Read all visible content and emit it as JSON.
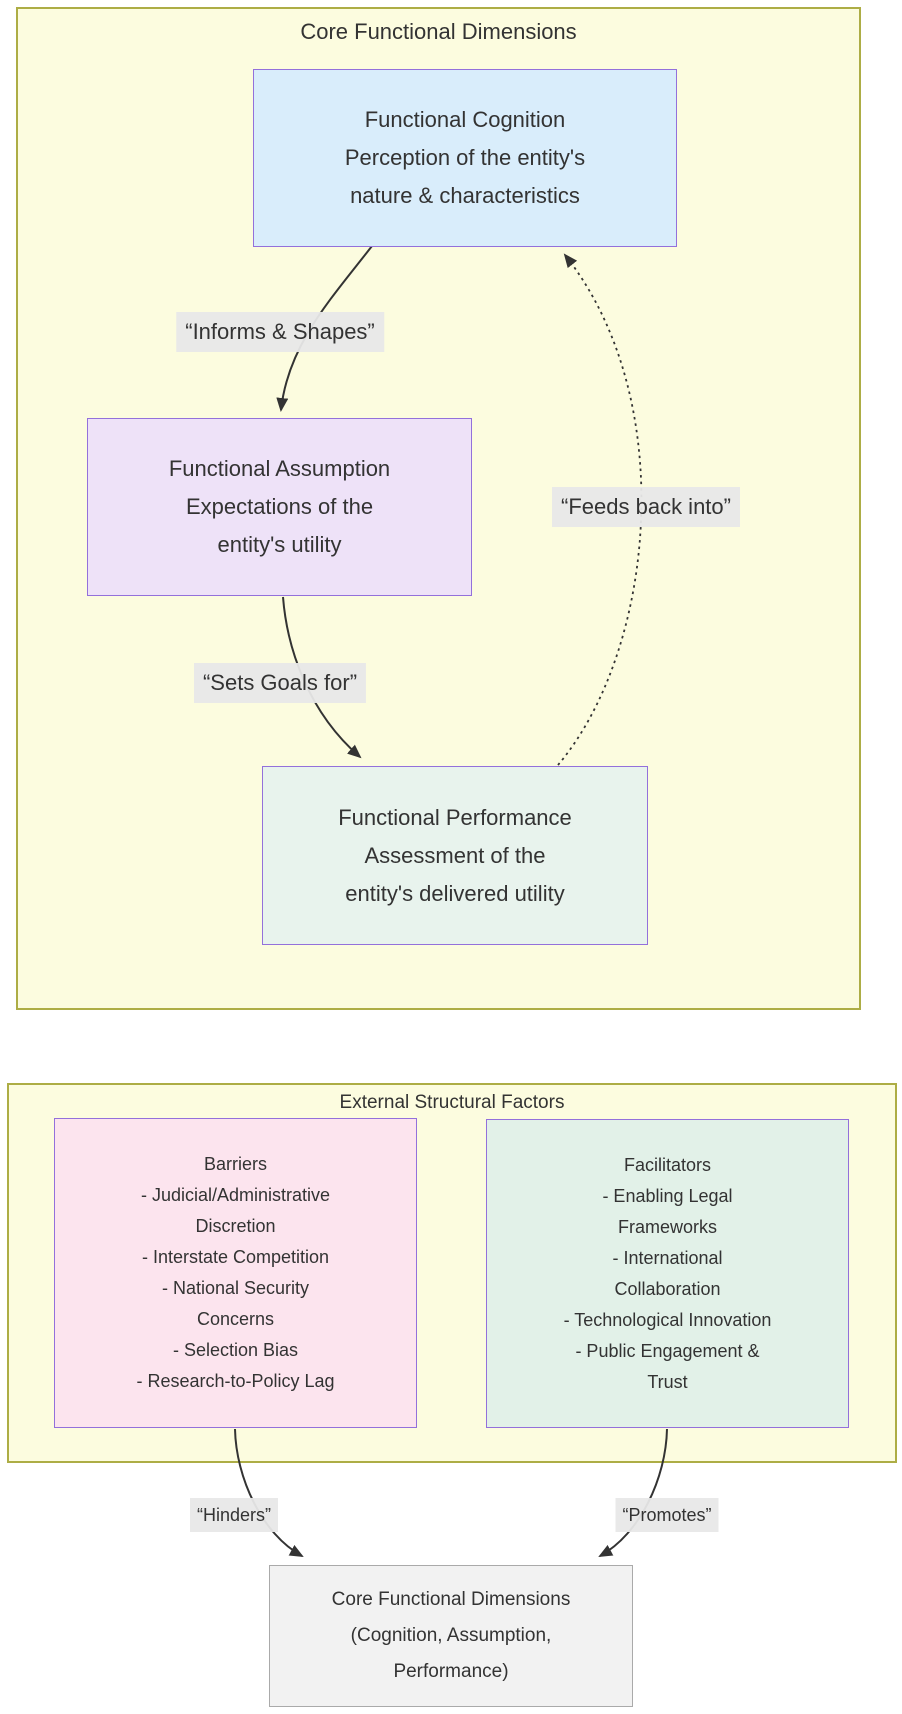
{
  "colors": {
    "page_bg": "#ffffff",
    "group_fill": "#fcfcdf",
    "group_border": "#adad45",
    "node_border": "#9370db",
    "cognition_fill": "#d9edfb",
    "assumption_fill": "#eee2f8",
    "performance_fill": "#e8f3ed",
    "barriers_fill": "#fce4ee",
    "facilitators_fill": "#e2f1e8",
    "summary_fill": "#f2f2f2",
    "summary_border": "#aaaaaa",
    "edge_label_bg": "#e8e8e8",
    "edge_stroke": "#333333",
    "text": "#333333"
  },
  "core": {
    "title": "Core Functional Dimensions",
    "nodes": {
      "cognition": {
        "lines": [
          "Functional Cognition",
          "Perception of the entity's",
          "nature & characteristics"
        ]
      },
      "assumption": {
        "lines": [
          "Functional Assumption",
          "Expectations of the",
          "entity's utility"
        ]
      },
      "performance": {
        "lines": [
          "Functional Performance",
          "Assessment of the",
          "entity's delivered utility"
        ]
      }
    },
    "edges": {
      "informs": {
        "from": "cognition",
        "to": "assumption",
        "label": "“Informs & Shapes”",
        "style": "solid"
      },
      "sets_goals": {
        "from": "assumption",
        "to": "performance",
        "label": "“Sets Goals for”",
        "style": "solid"
      },
      "feeds_back": {
        "from": "performance",
        "to": "cognition",
        "label": "“Feeds back into”",
        "style": "dotted"
      }
    }
  },
  "external": {
    "title": "External Structural Factors",
    "nodes": {
      "barriers": {
        "lines": [
          "Barriers",
          "- Judicial/Administrative",
          "Discretion",
          "- Interstate Competition",
          "- National Security",
          "Concerns",
          "- Selection Bias",
          "- Research-to-Policy Lag"
        ]
      },
      "facilitators": {
        "lines": [
          "Facilitators",
          "- Enabling Legal",
          "Frameworks",
          "- International",
          "Collaboration",
          "- Technological Innovation",
          "- Public Engagement &",
          "Trust"
        ]
      }
    },
    "edges": {
      "hinders": {
        "from": "barriers",
        "to": "summary",
        "label": "“Hinders”",
        "style": "solid"
      },
      "promotes": {
        "from": "facilitators",
        "to": "summary",
        "label": "“Promotes”",
        "style": "solid"
      }
    }
  },
  "summary": {
    "lines": [
      "Core Functional Dimensions",
      "(Cognition, Assumption,",
      "Performance)"
    ]
  }
}
